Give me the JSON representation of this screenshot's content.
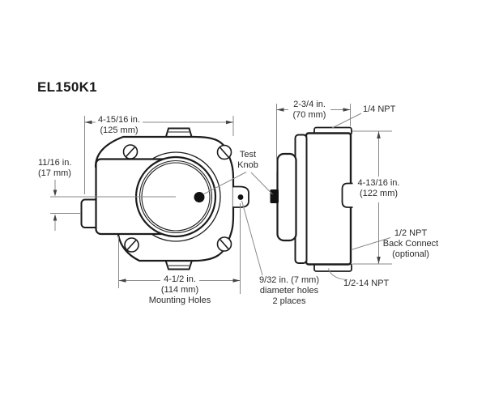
{
  "title": "EL150K1",
  "front_view": {
    "dim_width_line1": "4-15/16 in.",
    "dim_width_line2": "(125 mm)",
    "dim_offset_line1": "11/16 in.",
    "dim_offset_line2": "(17 mm)",
    "dim_mounting_line1": "4-1/2 in.",
    "dim_mounting_line2": "(114 mm)",
    "dim_mounting_line3": "Mounting Holes",
    "test_knob_line1": "Test",
    "test_knob_line2": "Knob",
    "holes_line1": "9/32 in. (7 mm)",
    "holes_line2": "diameter holes",
    "holes_line3": "2 places"
  },
  "side_view": {
    "dim_depth_line1": "2-3/4 in.",
    "dim_depth_line2": "(70 mm)",
    "dim_height_line1": "4-13/16 in.",
    "dim_height_line2": "(122 mm)",
    "top_connection": "1/4 NPT",
    "back_connect_line1": "1/2 NPT",
    "back_connect_line2": "Back Connect",
    "back_connect_line3": "(optional)",
    "bottom_connection": "1/2-14 NPT"
  },
  "colors": {
    "background": "#ffffff",
    "outline": "#1c1c1c",
    "dimension_line": "#888888",
    "text": "#2b2b2b"
  }
}
